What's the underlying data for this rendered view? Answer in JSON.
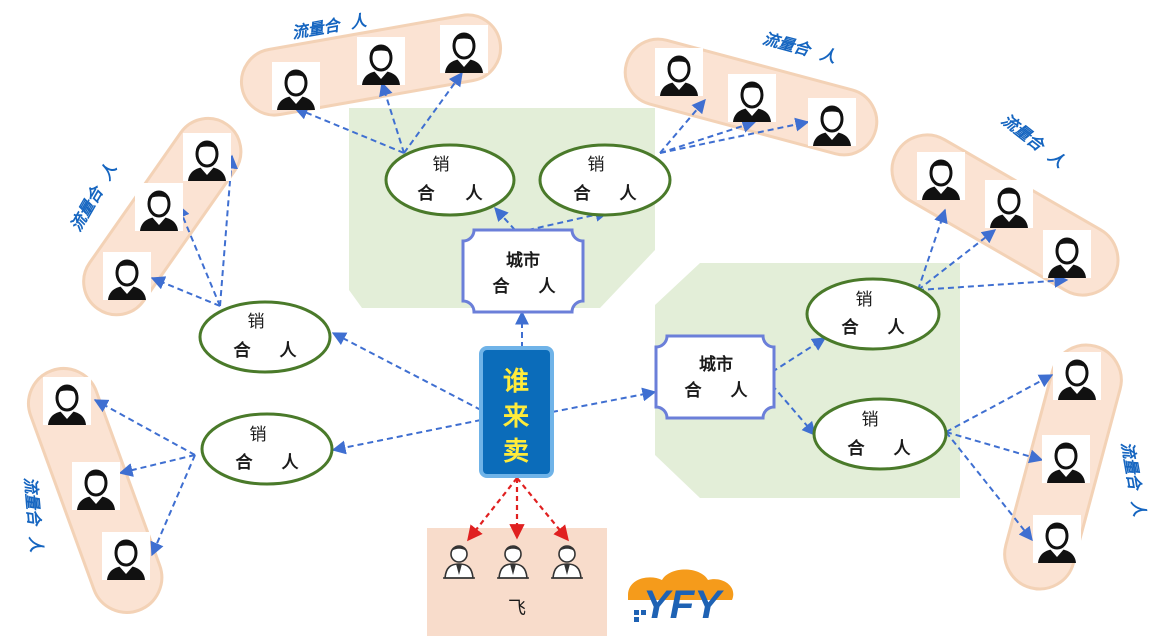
{
  "center_node": {
    "lines": [
      "谁",
      "来",
      "卖"
    ]
  },
  "city_partner": {
    "line1": "城市",
    "line2a": "合",
    "line2b": "人"
  },
  "sales_partner": {
    "line1": "销",
    "line2a": "合",
    "line2b": "人"
  },
  "traffic_partner_group": {
    "label": "流量合  人"
  },
  "bottom_group": {
    "label": "飞"
  },
  "logo": {
    "text": "YFY"
  },
  "colors": {
    "zone_fill": "#e3eed8",
    "pill_fill": "#fbe3d3",
    "pill_border": "#f3d2b6",
    "ellipse_border": "#4a7a2a",
    "city_border": "#6b7fd9",
    "center_fill": "#0b6cba",
    "center_border": "#6fb3e8",
    "arrow_blue": "#3f6fd1",
    "arrow_red": "#e02020",
    "blue_text": "#1565c0",
    "center_text": "#ffeb3b",
    "bottom_box": "#f8dccb"
  },
  "icons": [
    "person-avatar-icon",
    "businessman-icon",
    "yfy-logo-icon"
  ]
}
